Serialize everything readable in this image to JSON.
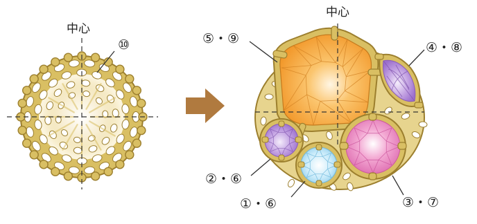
{
  "left_figure": {
    "center_label": "中心",
    "part_label": "⑩"
  },
  "right_figure": {
    "center_label": "中心",
    "labels": {
      "top_left": "⑤・⑨",
      "top_right": "④・⑧",
      "mid_left": "②・⑥",
      "bottom_center": "①・⑥",
      "bottom_right": "③・⑦"
    }
  },
  "colors": {
    "metal": "#d9bf63",
    "metal_edge": "#9c7f2e",
    "orange_gem": "#f6a93a",
    "purple_gem": "#b08ad6",
    "pink_gem": "#ea86c2",
    "blue_gem": "#a9daf3",
    "arrow": "#b07a3f"
  }
}
